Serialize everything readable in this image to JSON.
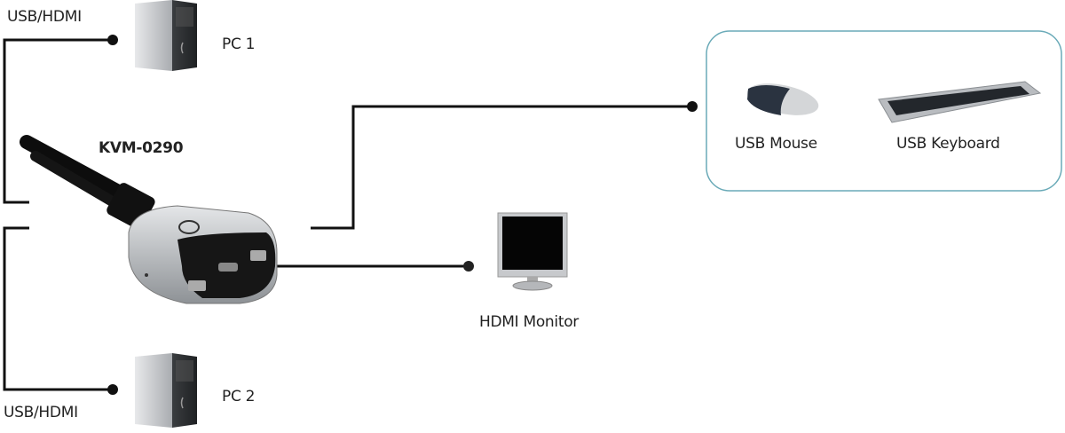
{
  "labels": {
    "usb_hdmi_top": "USB/HDMI",
    "usb_hdmi_bottom": "USB/HDMI",
    "pc1": "PC 1",
    "pc2": "PC 2",
    "kvm": "KVM-0290",
    "monitor": "HDMI Monitor",
    "mouse": "USB Mouse",
    "keyboard": "USB Keyboard"
  },
  "colors": {
    "line": "#111111",
    "peripheral_box_border": "#6aaab8",
    "device_silver": "#b8bcc0",
    "device_black": "#1a1a1a"
  },
  "icons": [
    "pc-tower-icon",
    "kvm-switch-icon",
    "monitor-icon",
    "mouse-icon",
    "keyboard-icon"
  ]
}
